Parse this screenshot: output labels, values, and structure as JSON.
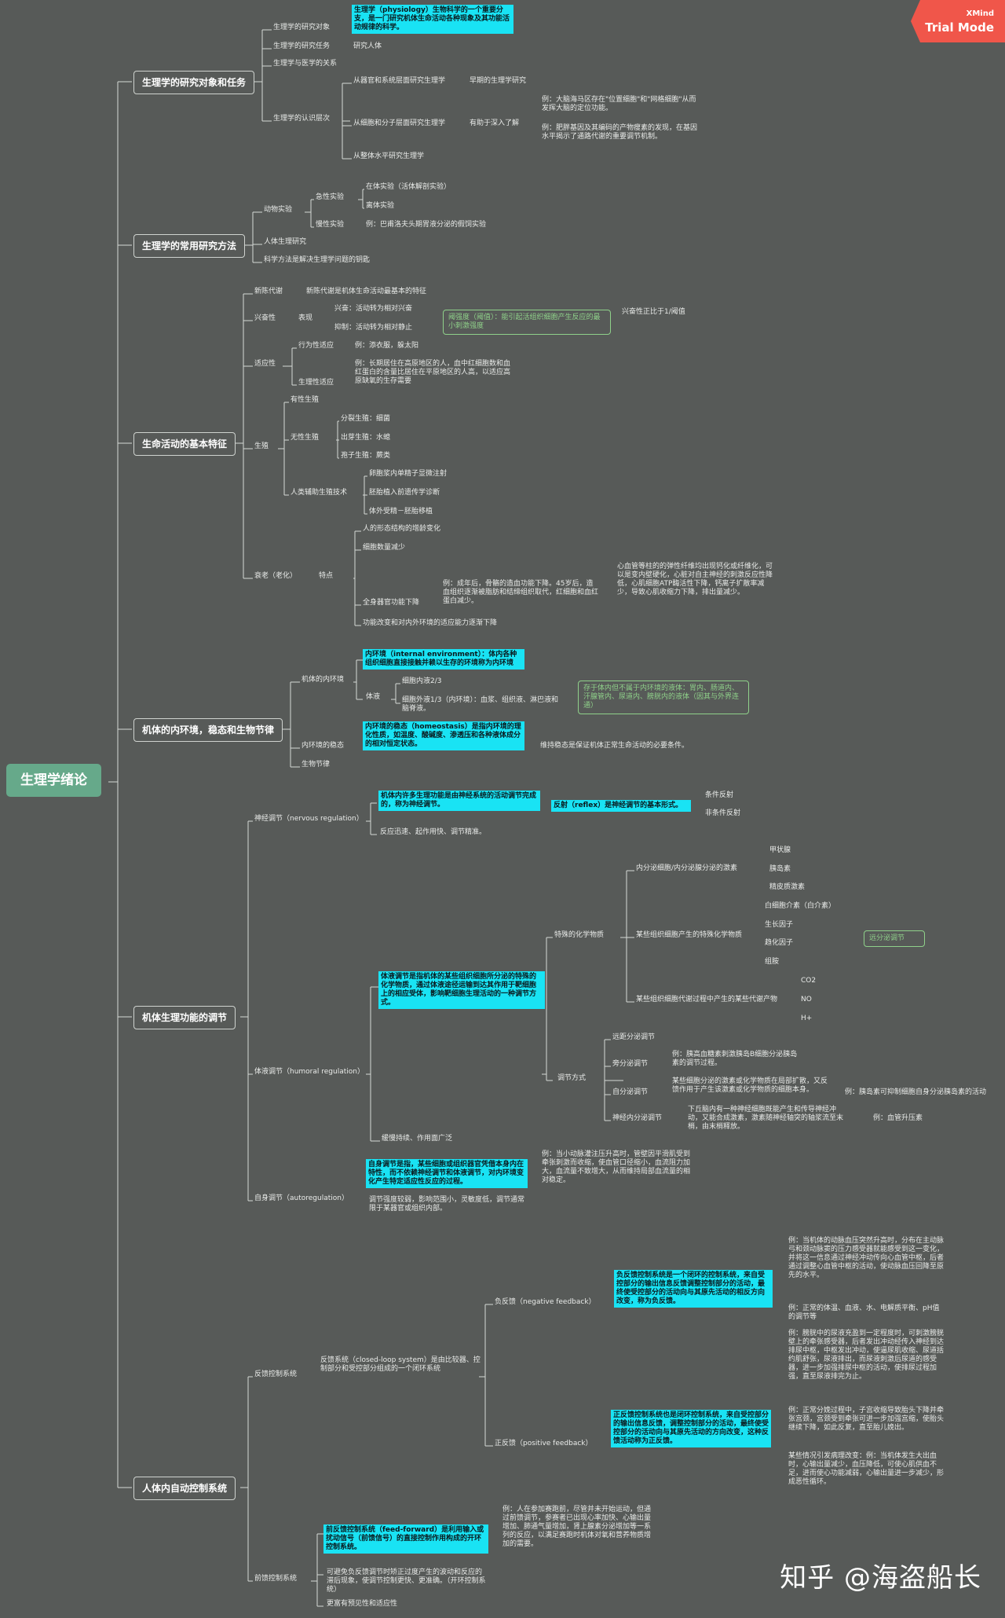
{
  "banner": {
    "brand": "XMind",
    "mode": "Trial Mode"
  },
  "watermark": "知乎 @海盗船长",
  "root": "生理学绪论",
  "colors": {
    "background": "#575a58",
    "root": "#66a98a",
    "highlight": "#19e3f4",
    "line": "#d6d9d6",
    "green": "#8fd18a"
  },
  "nodes": {
    "c1": "生理学的研究对象和任务",
    "c1a": "生理学的研究对象",
    "c1a1": "生理学（physiology）生物科学的一个重要分支，是一门研究机体生命活动各种现象及其功能活动规律的科学。",
    "c1b": "生理学的研究任务",
    "c1b1": "研究人体",
    "c1c": "生理学与医学的关系",
    "c1d": "生理学的认识层次",
    "c1d1": "从器官和系统层面研究生理学",
    "c1d1a": "早期的生理学研究",
    "c1d1b": "例：大脑海马区存在\"位置细胞\"和\"网格细胞\"从而发挥大脑的定位功能。",
    "c1d2": "从细胞和分子层面研究生理学",
    "c1d2a": "有助于深入了解",
    "c1d2b": "例：肥胖基因及其编码的产物瘦素的发现，在基因水平揭示了通路代谢的重要调节机制。",
    "c1d3": "从整体水平研究生理学",
    "c2": "生理学的常用研究方法",
    "c2a": "动物实验",
    "c2a1": "急性实验",
    "c2a1a": "在体实验（活体解剖实验）",
    "c2a1b": "离体实验",
    "c2a2": "慢性实验",
    "c2a2a": "例：巴甫洛夫头期胃液分泌的假饲实验",
    "c2b": "人体生理研究",
    "c2c": "科学方法是解决生理学问题的钥匙",
    "c3": "生命活动的基本特征",
    "c3a": "新陈代谢",
    "c3a1": "新陈代谢是机体生命活动最基本的特征",
    "c3b": "兴奋性",
    "c3b1": "表现",
    "c3b1a": "兴奋：活动转为相对兴奋",
    "c3b1b": "抑制：活动转为相对静止",
    "c3b2": "阈强度（阈值）：能引起活组织细胞产生反应的最小刺激强度",
    "c3b3": "兴奋性正比于1/阈值",
    "c3c": "适应性",
    "c3c1": "行为性适应",
    "c3c1a": "例：添衣服，躲太阳",
    "c3c2": "生理性适应",
    "c3c2a": "例：长期居住在高原地区的人，血中红细胞数和血红蛋白的含量比居住在平原地区的人高，以适应高原缺氧的生存需要",
    "c3d": "生殖",
    "c3d1": "有性生殖",
    "c3d2": "无性生殖",
    "c3d2a": "分裂生殖：细菌",
    "c3d2b": "出芽生殖：水螅",
    "c3d2c": "孢子生殖：蕨类",
    "c3d3": "人类辅助生殖技术",
    "c3d3a": "卵胞浆内单精子显微注射",
    "c3d3b": "胚胎植入前遗传学诊断",
    "c3d3c": "体外受精－胚胎移植",
    "c3e": "衰老（老化）",
    "c3e1": "特点",
    "c3e1a": "人的形态结构的增龄变化",
    "c3e1b": "细胞数量减少",
    "c3e1c": "全身器官功能下降",
    "c3e1c1": "例：成年后，骨骼的造血功能下降。45岁后，造血组织逐渐被脂肪和结缔组织取代，红细胞和血红蛋白减少。",
    "c3e1c2": "心血管等柱的的弹性纤维均出现钙化或纤维化，可以是变内壁硬化，心脏对自主神经的刺激反应性降低，心肌细胞ATP酶活性下降，钙离子扩散率减少，导致心肌收缩力下降，排出量减少。",
    "c3e1d": "功能改变和对内外环境的适应能力逐渐下降",
    "c4": "机体的内环境，稳态和生物节律",
    "c4a": "机体的内环境",
    "c4a1": "内环境（internal environment）：体内各种组织细胞直接接触并赖以生存的环境称为内环境",
    "c4a2": "体液",
    "c4a2a": "细胞内液2/3",
    "c4a2b": "细胞外液1/3（内环境）：血浆、组织液、淋巴液和脑脊液。",
    "c4a3": "存于体内但不属于内环境的液体：胃内、肠道内、汗腺管内、尿道内、膀胱内的液体（因其与外界连通）",
    "c4b": "内环境的稳态",
    "c4b1": "内环境的稳态（homeostasis）是指内环境的理化性质，如温度、酸碱度、渗透压和各种液体成分的相对恒定状态。",
    "c4b2": "维持稳态是保证机体正常生命活动的必要条件。",
    "c4c": "生物节律",
    "c5": "机体生理功能的调节",
    "c5a": "神经调节（nervous regulation）",
    "c5a1": "机体内许多生理功能是由神经系统的活动调节完成的，称为神经调节。",
    "c5a2": "反射（reflex）是神经调节的基本形式。",
    "c5a2a": "条件反射",
    "c5a2b": "非条件反射",
    "c5a3": "反应迅速、起作用快、调节精准。",
    "c5b": "体液调节（humoral regulation）",
    "c5b1": "体液调节是指机体的某些组织细胞所分泌的特殊的化学物质，通过体液途径运输到达其作用于靶细胞上的相应受体，影响靶细胞生理活动的一种调节方式。",
    "c5b2": "特殊的化学物质",
    "c5b2a": "内分泌细胞/内分泌腺分泌的激素",
    "c5b2a1": "甲状腺",
    "c5b2a2": "胰岛素",
    "c5b2a3": "精皮质激素",
    "c5b2b": "某些组织细胞产生的特殊化学物质",
    "c5b2b1": "白细胞介素（白介素）",
    "c5b2b2": "生长因子",
    "c5b2b3": "趋化因子",
    "c5b2b4": "组胺",
    "c5b2c": "某些组织细胞代谢过程中产生的某些代谢产物",
    "c5b2c1": "CO2",
    "c5b2c2": "NO",
    "c5b2c3": "H+",
    "c5b2d": "远分泌调节",
    "c5b3": "调节方式",
    "c5b3a": "远距分泌调节",
    "c5b3b": "旁分泌调节",
    "c5b3b1": "例：胰高血糖素刺激胰岛B细胞分泌胰岛素的调节过程。",
    "c5b3c": "自分泌调节",
    "c5b3c1": "某些细胞分泌的激素或化学物质在局部扩散，又反馈作用于产生该激素或化学物质的细胞本身。",
    "c5b3c2": "例：胰岛素可抑制细胞自身分泌胰岛素的活动",
    "c5b3d": "神经内分泌调节",
    "c5b3d1": "下丘脑内有一种神经细胞既能产生和传导神经冲动，又能合成激素，激素随神经轴突的轴浆流至末梢，由末梢释放。",
    "c5b3d2": "例：血管升压素",
    "c5b4": "缓慢持续、作用面广泛",
    "c5c": "自身调节（autoregulation）",
    "c5c1": "自身调节是指，某些细胞或组织器官凭借本身内在特性，而不依赖神经调节和体液调节，对内环境变化产生特定适应性反应的过程。",
    "c5c1a": "例：当小动脉灌注压升高时，管壁因平滑肌受到牵张刺激而收缩，使血管口径缩小，血流阻力加大，血流量不致增大，从而维持局部血流量的相对稳定。",
    "c5c2": "调节强度较弱，影响范围小，灵敏度低，调节通常限于某器官或组织内部。",
    "c6": "人体内自动控制系统",
    "c6a": "反馈控制系统",
    "c6a1": "反馈系统（closed-loop system）是由比较器、控制部分和受控部分组成的一个闭环系统",
    "c6a2": "负反馈（negative feedback）",
    "c6a2a": "负反馈控制系统是一个闭环的控制系统，来自受控部分的输出信息反馈调整控制部分的活动，最终使受控部分的活动向与其原先活动的相反方向改变，称为负反馈。",
    "c6a2b": "例：当机体的动脉血压突然升高时，分布在主动脉弓和颈动脉窦的压力感受器就能感受到这一变化，并将这一信息通过神经冲动传向心血管中枢，后者通过调整心血管中枢的活动，使动脉血压回降至原先的水平。",
    "c6a2c": "例：正常的体温、血液、水、电解质平衡、pH值的调节等",
    "c6a3": "正反馈（positive feedback）",
    "c6a3a": "正反馈控制系统也是闭环控制系统，来自受控部分的输出信息反馈，调整控制部分的活动，最终使受控部分的活动向与其原先活动的方向改变，这种反馈活动称为正反馈。",
    "c6a3b": "例：膀胱中的尿液充盈到一定程度时，可刺激膀胱壁上的牵张感受器，后者发出冲动经传入神经到达排尿中枢，中枢发出冲动，使逼尿肌收缩、尿道括约肌舒张，尿液排出，而尿液刺激后尿道的感受器，进一步加强排尿中枢的活动，使排尿过程加强，直至尿液排完为止。",
    "c6a3c": "例：正常分娩过程中，子宫收缩导致胎头下降并牵张宫颈，宫颈受到牵张可进一步加强宫缩，使胎头继续下降，如此反复，直至胎儿娩出。",
    "c6a3d": "某些情况引发病理改变：例：当机体发生大出血时，心输出量减少，血压降低，可使心肌供血不足，进而使心功能减弱，心输出量进一步减少，形成恶性循环。",
    "c6b": "前馈控制系统",
    "c6b1": "前反馈控制系统（feed-forward）是利用输入或扰动信号（前馈信号）的直接控制作用构成的开环控制系统。",
    "c6b1a": "例：人在参加赛跑前，尽管并未开始运动，但通过前馈调节，参赛者已出现心率加快、心输出量增加、肺通气量增加，肾上腺素分泌增加等一系列的反应，以满足赛跑时机体对氧和营养物质增加的需要。",
    "c6b2": "可避免负反馈调节时矫正过度产生的波动和反应的滞后现象，使调节控制更快、更准确。（开环控制系统）",
    "c6b3": "更富有预见性和适应性"
  }
}
